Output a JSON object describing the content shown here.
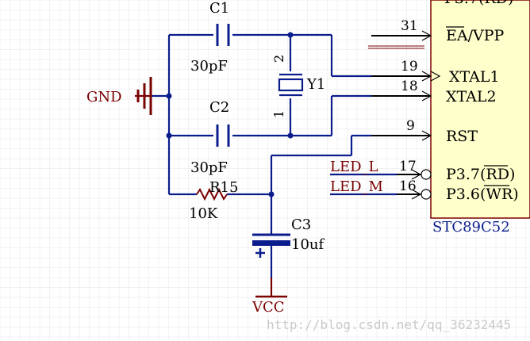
{
  "colors": {
    "background": "#ffffff",
    "grid": "#e6e6e6",
    "wire": "#0b1c8c",
    "component": "#0b1c8c",
    "power": "#7a0000",
    "text": "#000000",
    "ic_fill": "#ffffcc",
    "ic_outline": "#7a0000",
    "ic_label": "#0b1c8c",
    "pin_text": "#000000",
    "net_label": "#7a0000",
    "watermark": "#c9c9c9"
  },
  "components": {
    "c1": {
      "ref": "C1",
      "value": "30pF"
    },
    "c2": {
      "ref": "C2",
      "value": "30pF"
    },
    "c3": {
      "ref": "C3",
      "value": "10uf"
    },
    "y1": {
      "ref": "Y1",
      "pin_top": "2",
      "pin_bottom": "1"
    },
    "r15": {
      "ref": "R15",
      "value": "10K"
    },
    "mcu": {
      "ref": "STC89C52",
      "top_pin_fragment": "P3.7(RD)"
    }
  },
  "power": {
    "gnd": "GND",
    "vcc": "VCC"
  },
  "ic_pins": [
    {
      "number": "31",
      "name": "EA/VPP"
    },
    {
      "number": "19",
      "name": "XTAL1"
    },
    {
      "number": "18",
      "name": "XTAL2"
    },
    {
      "number": "9",
      "name": "RST"
    },
    {
      "number": "17",
      "name": "P3.7(RD)"
    },
    {
      "number": "16",
      "name": "P3.6(WR)"
    }
  ],
  "net_labels": [
    {
      "text": "LED_L"
    },
    {
      "text": "LED_M"
    }
  ],
  "watermark": "http://blog.csdn.net/qq_36232445"
}
